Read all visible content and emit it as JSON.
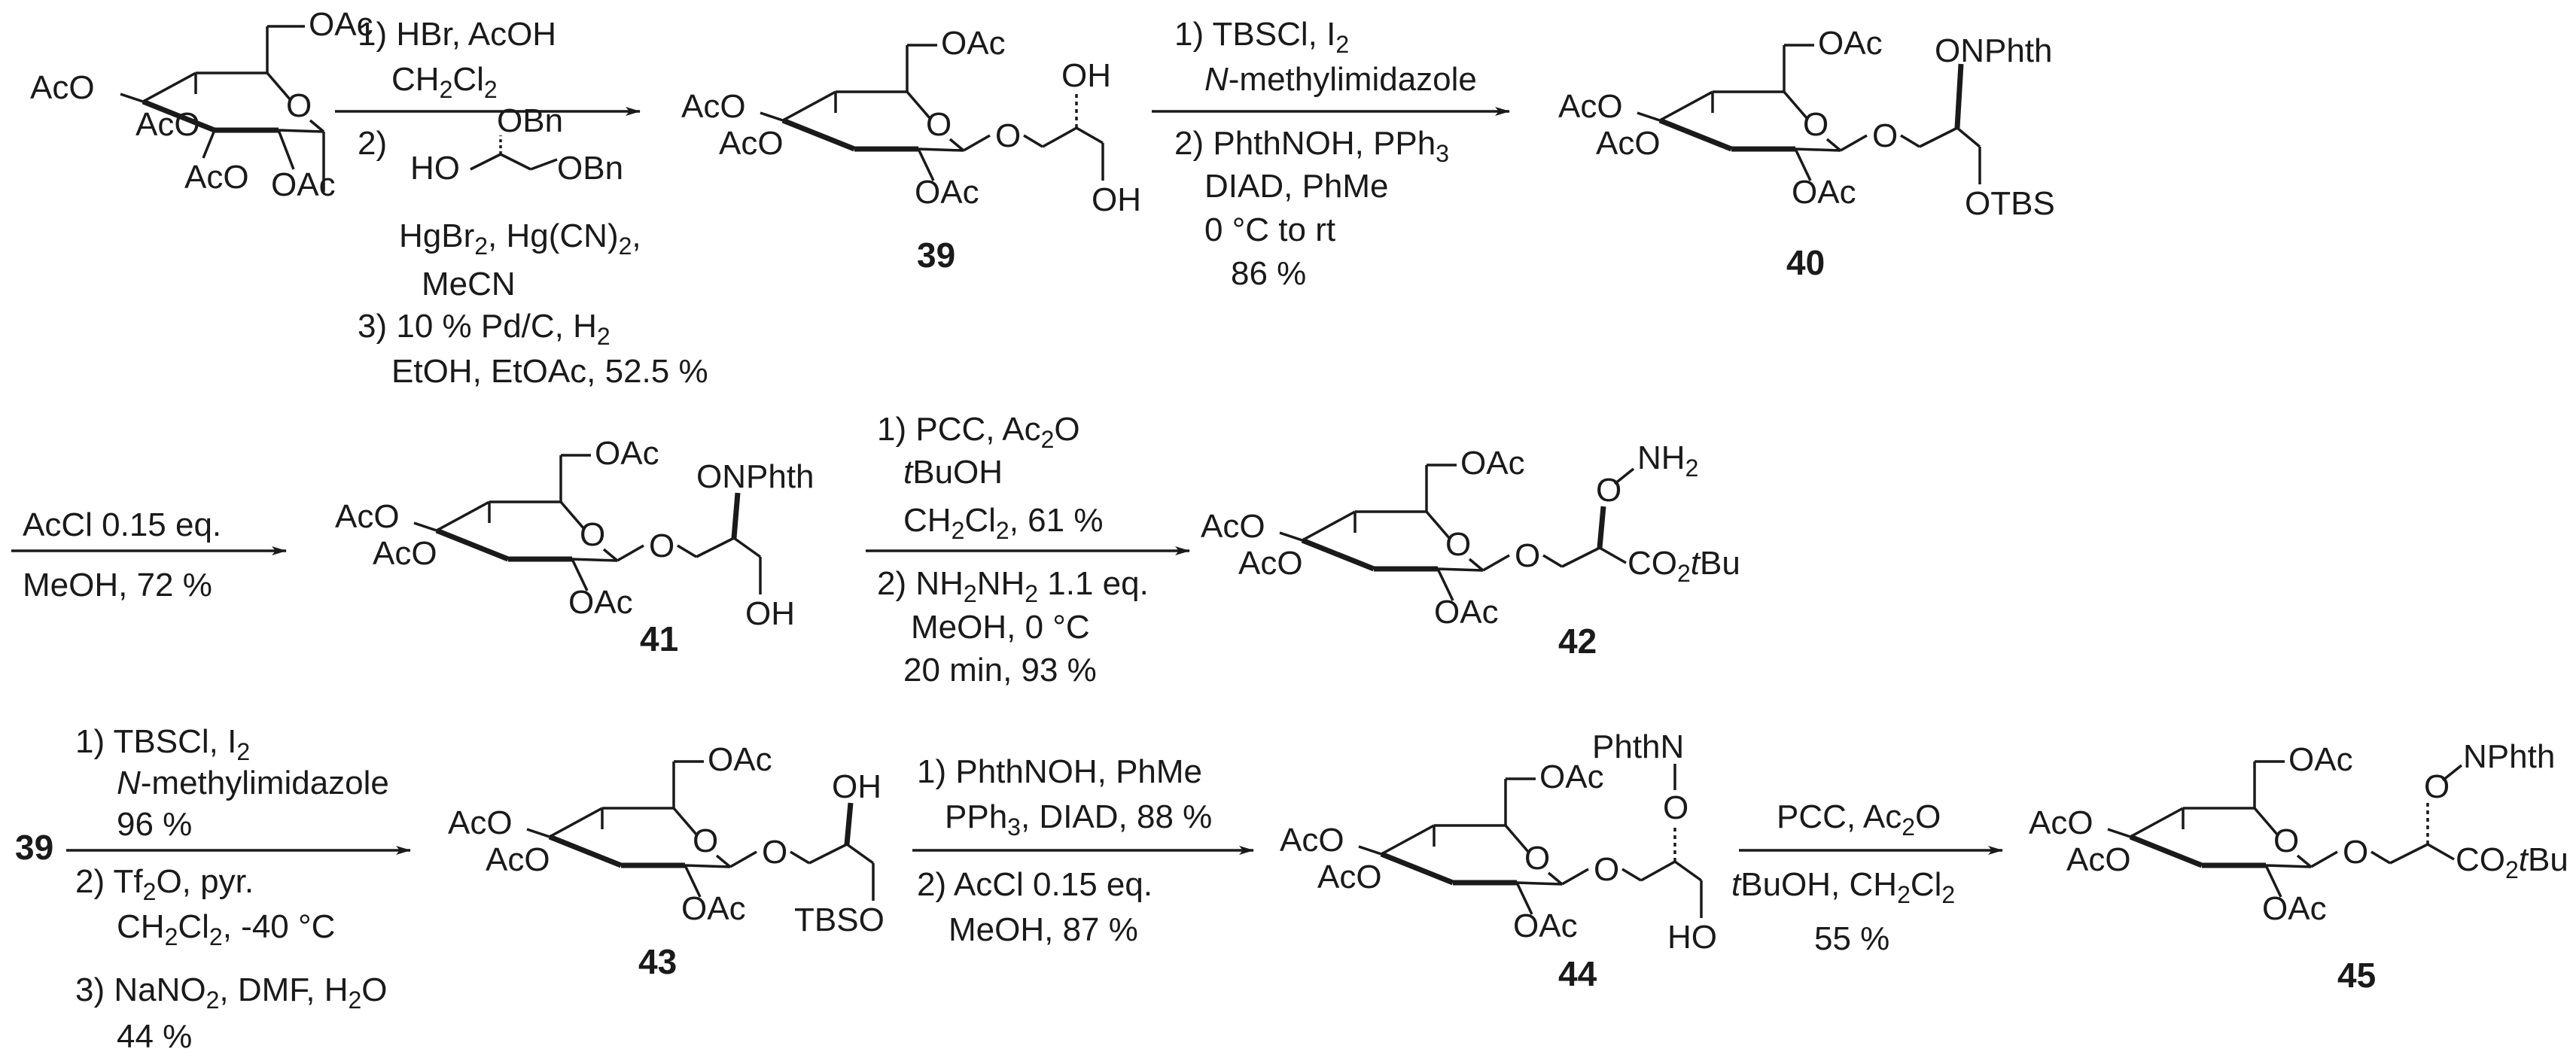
{
  "scheme": {
    "starting_material": {
      "labels": {
        "oac_top": "OAc",
        "aco_upper": "AcO",
        "aco_lower": "AcO",
        "aco_bottom": "AcO",
        "oac_anomeric": "OAc",
        "ring_o": "O"
      }
    },
    "step1": {
      "c1": "1) HBr, AcOH",
      "c2a": "CH",
      "c2b": "2",
      "c2c": "Cl",
      "c2d": "2",
      "c3": "2)",
      "reagent_obn1": "OBn",
      "reagent_ho": "HO",
      "reagent_obn2": "OBn",
      "c4a": "HgBr",
      "c4b": "2",
      "c4c": ", Hg(CN)",
      "c4d": "2",
      "c4e": ",",
      "c5": "MeCN",
      "c6": "3) 10 % Pd/C, H",
      "c6b": "2",
      "c7": "EtOH, EtOAc, 52.5 %"
    },
    "cmp39": {
      "number": "39",
      "labels": {
        "oac_top": "OAc",
        "aco_upper": "AcO",
        "aco_lower": "AcO",
        "oac_c2": "OAc",
        "ring_o": "O",
        "glyc_o": "O",
        "oh1": "OH",
        "oh2": "OH"
      }
    },
    "step2": {
      "c1": "1) TBSCl, I",
      "c1b": "2",
      "c2a": "N",
      "c2b": "-methylimidazole",
      "c3": "2) PhthNOH, PPh",
      "c3b": "3",
      "c4": "DIAD, PhMe",
      "c5": "0 °C to rt",
      "c6": "86 %"
    },
    "cmp40": {
      "number": "40",
      "labels": {
        "oac_top": "OAc",
        "aco_upper": "AcO",
        "aco_lower": "AcO",
        "oac_c2": "OAc",
        "ring_o": "O",
        "glyc_o": "O",
        "onphth": "ONPhth",
        "otbs": "OTBS"
      }
    },
    "step3": {
      "c1": "AcCl 0.15 eq.",
      "c2": "MeOH, 72 %"
    },
    "cmp41": {
      "number": "41",
      "labels": {
        "oac_top": "OAc",
        "aco_upper": "AcO",
        "aco_lower": "AcO",
        "oac_c2": "OAc",
        "ring_o": "O",
        "glyc_o": "O",
        "onphth": "ONPhth",
        "oh": "OH"
      }
    },
    "step4": {
      "c1": "1) PCC, Ac",
      "c1b": "2",
      "c1c": "O",
      "c2a": "t",
      "c2b": "BuOH",
      "c3a": "CH",
      "c3b": "2",
      "c3c": "Cl",
      "c3d": "2",
      "c3e": ", 61 %",
      "c4a": "2) NH",
      "c4b": "2",
      "c4c": "NH",
      "c4d": "2",
      "c4e": " 1.1 eq.",
      "c5": "MeOH, 0 °C",
      "c6": "20 min, 93 %"
    },
    "cmp42": {
      "number": "42",
      "labels": {
        "oac_top": "OAc",
        "aco_upper": "AcO",
        "aco_lower": "AcO",
        "oac_c2": "OAc",
        "ring_o": "O",
        "glyc_o": "O",
        "o_n": "O",
        "nh2": "NH",
        "nh2_sub": "2",
        "ester_a": "CO",
        "ester_b": "2",
        "ester_c": "t",
        "ester_d": "Bu"
      }
    },
    "step5": {
      "start": "39",
      "c1": "1) TBSCl, I",
      "c1b": "2",
      "c2a": "N",
      "c2b": "-methylimidazole",
      "c3": "96 %",
      "c4": "2) Tf",
      "c4b": "2",
      "c4c": "O, pyr.",
      "c5a": "CH",
      "c5b": "2",
      "c5c": "Cl",
      "c5d": "2",
      "c5e": ", -40 °C",
      "c6": "3) NaNO",
      "c6b": "2",
      "c6c": ", DMF,  H",
      "c6d": "2",
      "c6e": "O",
      "c7": "44 %"
    },
    "cmp43": {
      "number": "43",
      "labels": {
        "oac_top": "OAc",
        "aco_upper": "AcO",
        "aco_lower": "AcO",
        "oac_c2": "OAc",
        "ring_o": "O",
        "glyc_o": "O",
        "oh": "OH",
        "tbso": "TBSO"
      }
    },
    "step6": {
      "c1": "1) PhthNOH, PhMe",
      "c2a": "PPh",
      "c2b": "3",
      "c2c": ", DIAD, 88 %",
      "c3": "2) AcCl 0.15 eq.",
      "c4": "MeOH, 87 %"
    },
    "cmp44": {
      "number": "44",
      "labels": {
        "oac_top": "OAc",
        "aco_upper": "AcO",
        "aco_lower": "AcO",
        "oac_c2": "OAc",
        "ring_o": "O",
        "glyc_o": "O",
        "phthn": "PhthN",
        "o_n": "O",
        "ho": "HO"
      }
    },
    "step7": {
      "c1a": "PCC, Ac",
      "c1b": "2",
      "c1c": "O",
      "c2a": "t",
      "c2b": "BuOH, CH",
      "c2c": "2",
      "c2d": "Cl",
      "c2e": "2",
      "c3": "55 %"
    },
    "cmp45": {
      "number": "45",
      "labels": {
        "oac_top": "OAc",
        "aco_upper": "AcO",
        "aco_lower": "AcO",
        "oac_c2": "OAc",
        "ring_o": "O",
        "glyc_o": "O",
        "o_n": "O",
        "nphth": "NPhth",
        "ester_a": "CO",
        "ester_b": "2",
        "ester_c": "t",
        "ester_d": "Bu"
      }
    }
  }
}
